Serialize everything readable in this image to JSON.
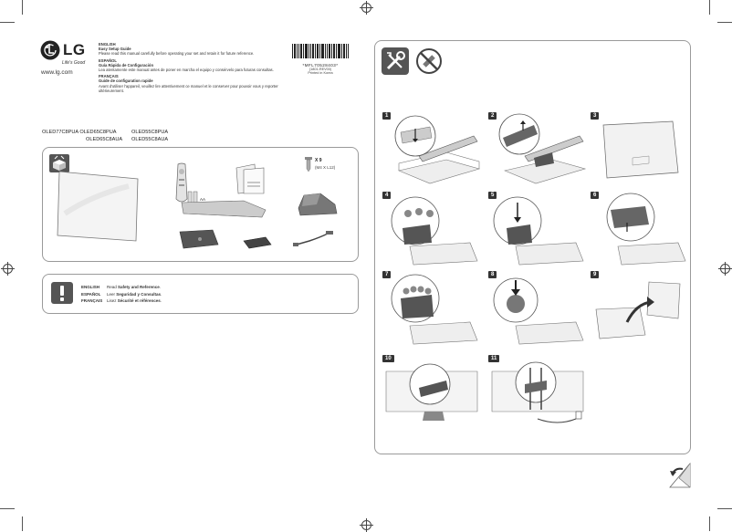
{
  "brand": {
    "name": "LG",
    "tagline": "Life's Good",
    "url": "www.lg.com",
    "logo_color": "#222222"
  },
  "intro": [
    {
      "lang": "ENGLISH",
      "title": "Easy Setup Guide",
      "text": "Please read this manual carefully before operating your set and retain it for future reference."
    },
    {
      "lang": "ESPAÑOL",
      "title": "Guía Rápida de Configuración",
      "text": "Lea atentamente este manual antes de poner en marcha el equipo y consérvelo para futuras consultas."
    },
    {
      "lang": "FRANÇAIS",
      "title": "Guide de configuration rapide",
      "text": "Avant d'utiliser l'appareil, veuillez lire attentivement ce manuel et le conserver pour pouvoir vous y reporter ultérieurement."
    }
  ],
  "models": {
    "line1": "OLED77C8PUA OLED65C8PUA",
    "line1b": "OLED55C8PUA",
    "line2": "OLED65C8AUA",
    "line2b": "OLED55C8AUA"
  },
  "barcode": {
    "code": "*MFL70528403*",
    "sub1": "(1801-REV00)",
    "sub2": "Printed in Korea"
  },
  "accessories": {
    "screw_count": "X 9",
    "screw_spec": "(M4 X L12)",
    "battery_label": "AA"
  },
  "safety": [
    {
      "lang": "ENGLISH",
      "pre": "Read ",
      "bold": "Safety and Reference",
      "post": "."
    },
    {
      "lang": "ESPAÑOL",
      "pre": "Leer ",
      "bold": "Seguridad y Consultas",
      "post": "."
    },
    {
      "lang": "FRANÇAIS",
      "pre": "Lisez ",
      "bold": "Sécurité et références",
      "post": "."
    }
  ],
  "steps": [
    "1",
    "2",
    "3",
    "4",
    "5",
    "6",
    "7",
    "8",
    "9",
    "10",
    "11"
  ],
  "icons": [
    "box-icon",
    "tools-icon",
    "no-drill-icon",
    "warning-icon",
    "page-turn-icon"
  ]
}
